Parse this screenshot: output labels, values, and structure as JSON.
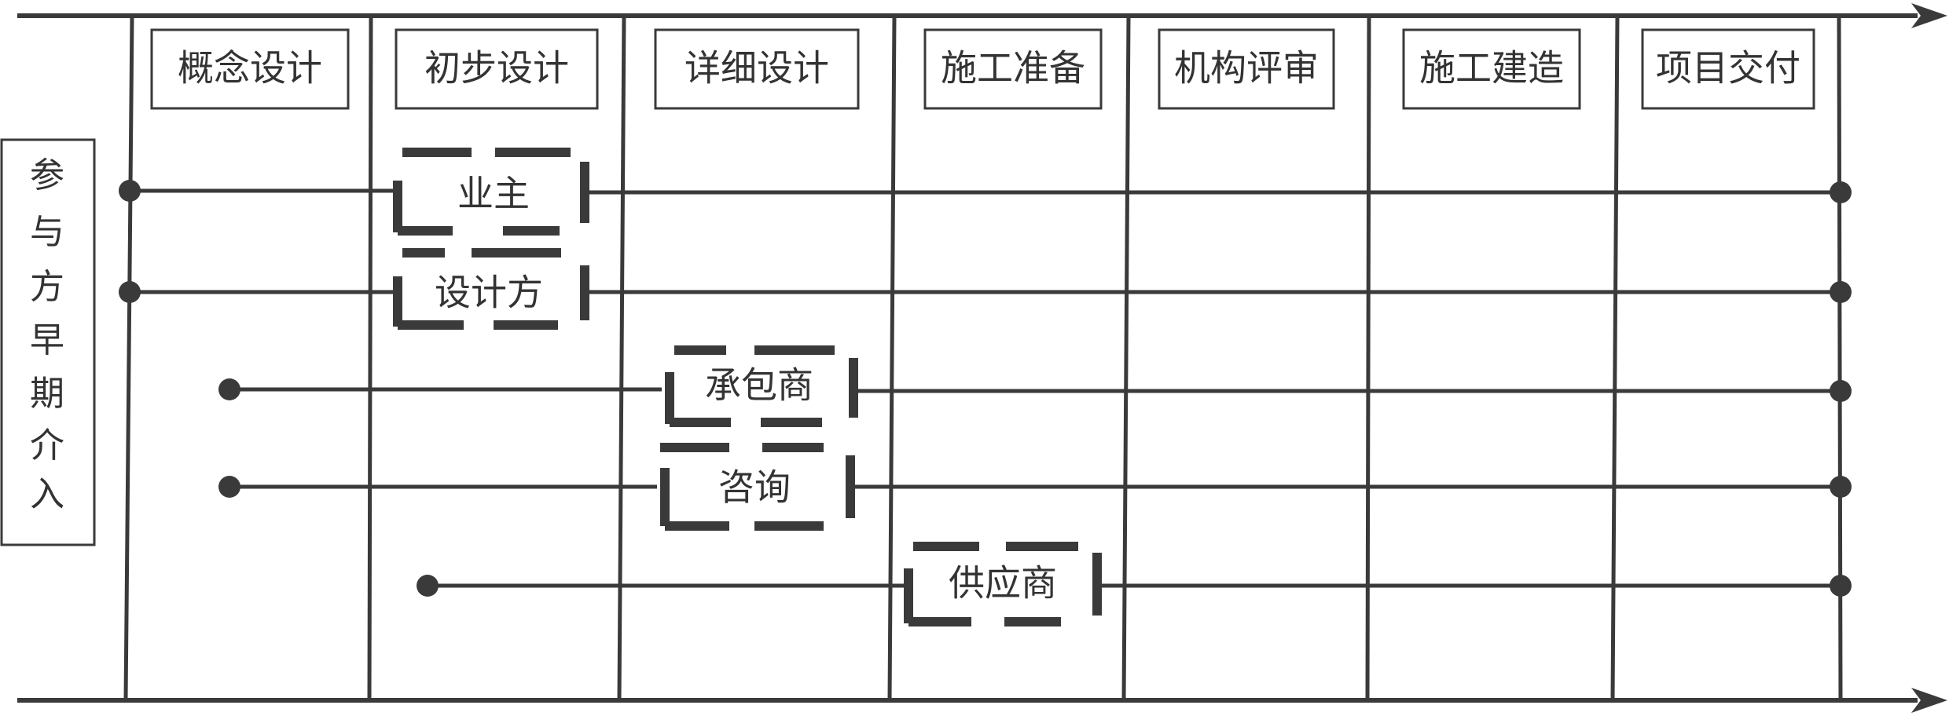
{
  "colors": {
    "line": "#3a3a3a",
    "background": "#ffffff",
    "text": "#333333"
  },
  "phases": [
    "概念设计",
    "初步设计",
    "详细设计",
    "施工准备",
    "机构评审",
    "施工建造",
    "项目交付"
  ],
  "side_label": [
    "参",
    "与",
    "方",
    "早",
    "期",
    "介",
    "入"
  ],
  "participants": [
    {
      "label": "业主",
      "start_phase": "概念设计"
    },
    {
      "label": "设计方",
      "start_phase": "概念设计"
    },
    {
      "label": "承包商",
      "start_phase": "概念设计"
    },
    {
      "label": "咨询",
      "start_phase": "概念设计"
    },
    {
      "label": "供应商",
      "start_phase": "初步设计"
    }
  ]
}
